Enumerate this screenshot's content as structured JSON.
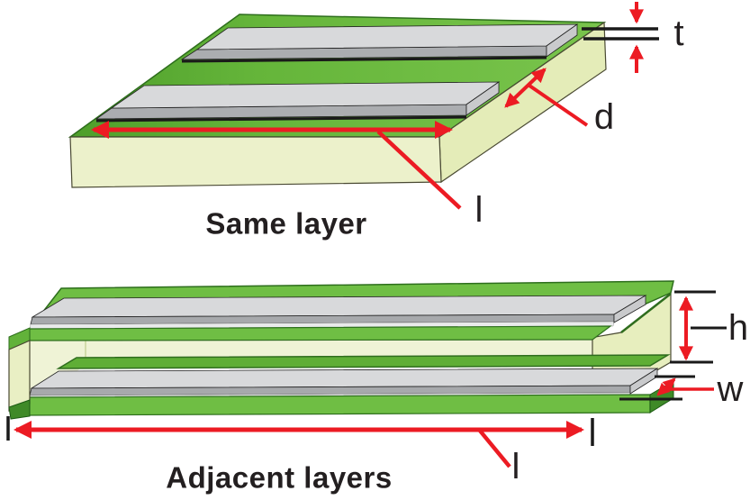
{
  "figure": {
    "top_diagram": {
      "caption": "Same layer",
      "labels": {
        "thickness": "t",
        "spacing": "d",
        "length": "l"
      }
    },
    "bottom_diagram": {
      "caption": "Adjacent layers",
      "labels": {
        "height": "h",
        "width": "w",
        "length": "l"
      }
    },
    "colors": {
      "board_green": "#6FBE44",
      "substrate_pale": "#ECF1CB",
      "trace_gray": "#D8D9DB",
      "annotation_red": "#EC1B23",
      "text_black": "#231F20",
      "background": "#FFFFFF"
    }
  }
}
